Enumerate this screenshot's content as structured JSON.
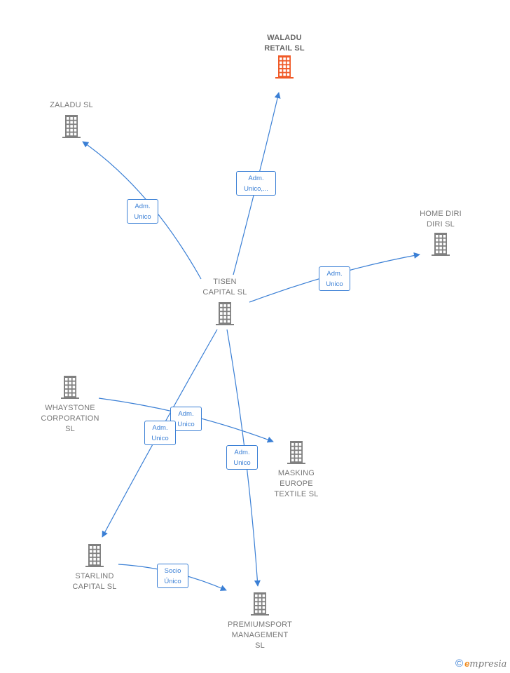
{
  "colors": {
    "accent": "#3a7fd5",
    "building": "#808080",
    "building_highlight": "#f05a28",
    "text": "#777777"
  },
  "nodes": {
    "waladu": {
      "name": "WALADU\nRETAIL  SL",
      "icon": "building-icon",
      "highlight": true
    },
    "zaladu": {
      "name": "ZALADU  SL",
      "icon": "building-icon"
    },
    "homediri": {
      "name": "HOME DIRI\nDIRI  SL",
      "icon": "building-icon"
    },
    "tisen": {
      "name": "TISEN\nCAPITAL  SL",
      "icon": "building-icon"
    },
    "whaystone": {
      "name": "WHAYSTONE\nCORPORATION\nSL",
      "icon": "building-icon"
    },
    "masking": {
      "name": "MASKING\nEUROPE\nTEXTILE  SL",
      "icon": "building-icon"
    },
    "starlind": {
      "name": "STARLIND\nCAPITAL  SL",
      "icon": "building-icon"
    },
    "premiumsport": {
      "name": "PREMIUMSPORT\nMANAGEMENT\nSL",
      "icon": "building-icon"
    }
  },
  "edges": {
    "tisen_waladu": "Adm.\nUnico,...",
    "tisen_zaladu": "Adm.\nUnico",
    "tisen_homediri": "Adm.\nUnico",
    "whaystone_masking": "Adm.\nUnico",
    "tisen_starlind": "Adm.\nUnico",
    "tisen_premiumsport": "Adm.\nUnico",
    "starlind_premiumsport": "Socio\nÚnico"
  },
  "brand": {
    "copyright": "©",
    "e": "e",
    "rest": "mpresia"
  }
}
